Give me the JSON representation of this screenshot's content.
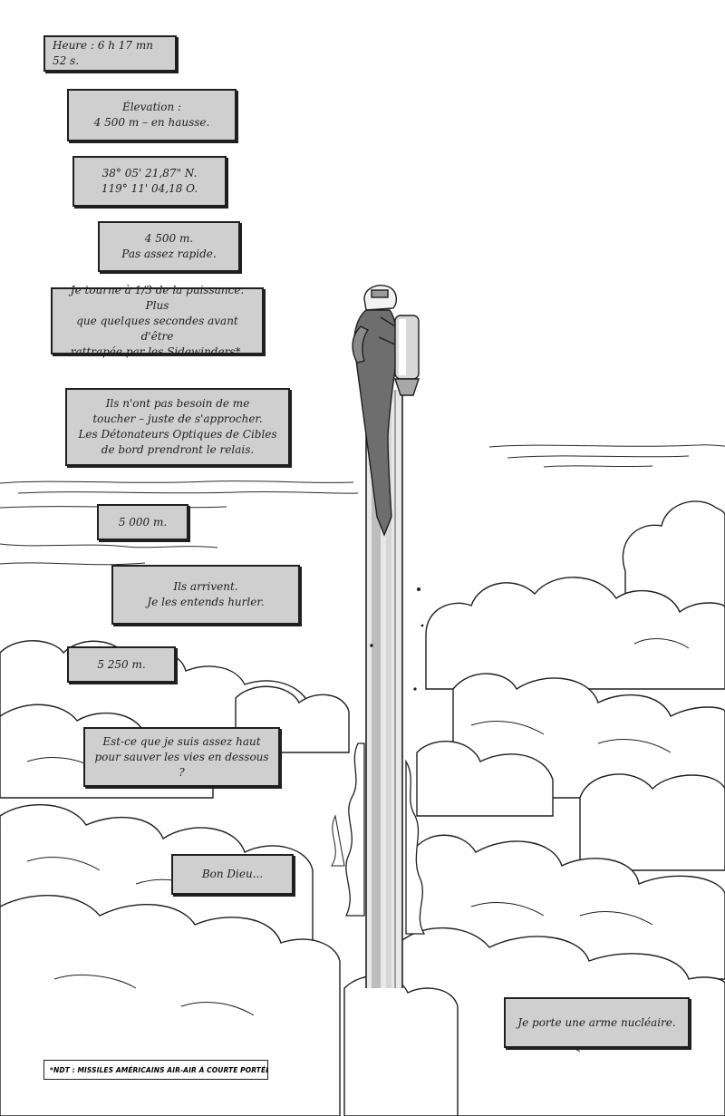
{
  "captions": [
    {
      "id": "time",
      "text": "Heure : 6 h 17 mn 52 s."
    },
    {
      "id": "elevation",
      "text": "Élevation :\n4 500 m – en hausse."
    },
    {
      "id": "coordinates",
      "text": "38° 05' 21,87\" N.\n119° 11' 04,18 O."
    },
    {
      "id": "altitude-4500",
      "text": "4 500 m.\nPas assez rapide."
    },
    {
      "id": "power",
      "text": "Je tourne à 1/3 de la puissance. Plus\nque quelques secondes avant d'être\nrattrapée par les Sidewinders*."
    },
    {
      "id": "detonators",
      "text": "Ils n'ont pas besoin de me\ntoucher – juste de s'approcher.\nLes Détonateurs Optiques de Cibles\nde bord prendront le relais."
    },
    {
      "id": "altitude-5000",
      "text": "5 000 m."
    },
    {
      "id": "arriving",
      "text": "Ils arrivent.\nJe les entends hurler."
    },
    {
      "id": "altitude-5250",
      "text": "5 250 m."
    },
    {
      "id": "high-enough",
      "text": "Est-ce que je suis assez haut\npour sauver les vies en dessous ?"
    },
    {
      "id": "bon-dieu",
      "text": "Bon Dieu..."
    },
    {
      "id": "nuclear",
      "text": "Je porte une arme nucléaire."
    }
  ],
  "footnote": "*NDT : MISSILES AMÉRICAINS AIR-AIR À COURTE PORTÉE.",
  "colors": {
    "caption_fill": "#cfcfcf",
    "ink": "#1f1f1f",
    "paper": "#ffffff"
  }
}
